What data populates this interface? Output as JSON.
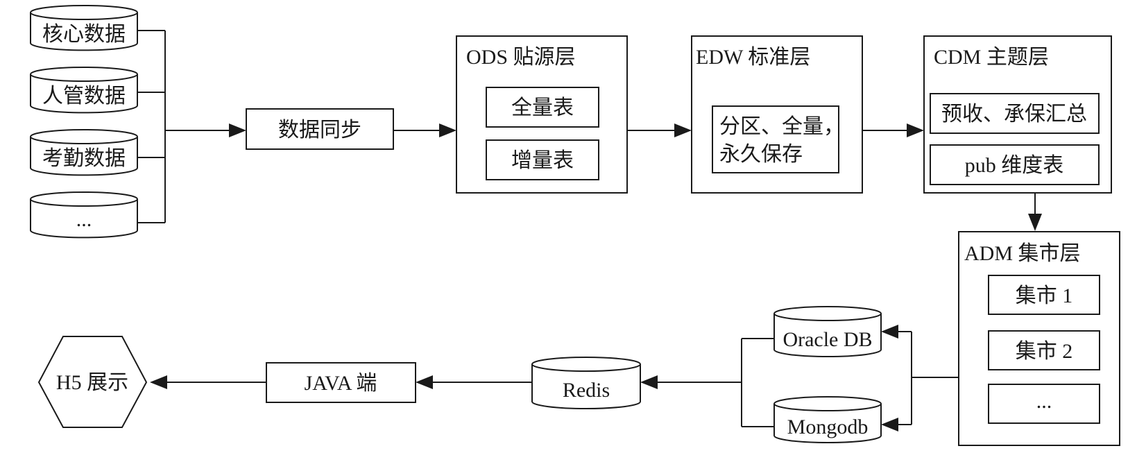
{
  "sources": {
    "core": "核心数据",
    "hr": "人管数据",
    "attendance": "考勤数据",
    "more": "..."
  },
  "sync": "数据同步",
  "ods": {
    "title": "ODS 贴源层",
    "full": "全量表",
    "incremental": "增量表"
  },
  "edw": {
    "title": "EDW 标准层",
    "line1": "分区、全量，",
    "line2": "永久保存"
  },
  "cdm": {
    "title": "CDM 主题层",
    "summary": "预收、承保汇总",
    "dim": "pub 维度表"
  },
  "adm": {
    "title": "ADM 集市层",
    "mart1": "集市 1",
    "mart2": "集市 2",
    "more": "..."
  },
  "stores": {
    "oracle": "Oracle DB",
    "mongo": "Mongodb",
    "redis": "Redis"
  },
  "java": "JAVA 端",
  "h5": "H5 展示"
}
